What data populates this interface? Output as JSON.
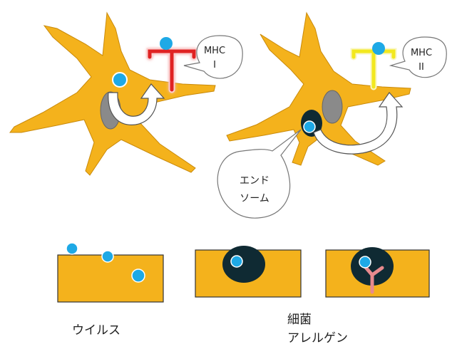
{
  "colors": {
    "cell": "#F4B21C",
    "cell_outline": "#C98A0B",
    "nucleus": "#8A8A8A",
    "antigen": "#1EA9E6",
    "mhc1": "#E02020",
    "mhc2": "#F2E81E",
    "endosome": "#0F2A33",
    "antibody": "#E88A8E",
    "arrow_fill": "#FFFFFF",
    "arrow_stroke": "#555555"
  },
  "left_cell": {
    "bubble_line1": "MHC",
    "bubble_line2": "I"
  },
  "right_cell": {
    "bubble_line1": "MHC",
    "bubble_line2": "II",
    "endosome_line1": "エンド",
    "endosome_line2": "ソーム"
  },
  "captions": {
    "virus": "ウイルス",
    "bacteria_line1": "細菌",
    "bacteria_line2": "アレルゲン"
  }
}
